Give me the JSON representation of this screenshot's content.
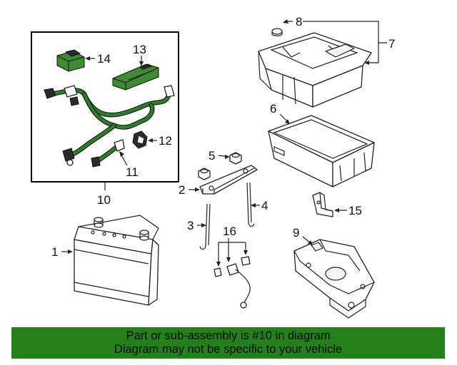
{
  "callouts": {
    "n1": "1",
    "n2": "2",
    "n3": "3",
    "n4": "4",
    "n5": "5",
    "n6": "6",
    "n7": "7",
    "n8": "8",
    "n9": "9",
    "n10": "10",
    "n11": "11",
    "n12": "12",
    "n13": "13",
    "n14": "14",
    "n15": "15",
    "n16": "16"
  },
  "banner": {
    "line1": "Part or sub-assembly is #10 in diagram",
    "line2": "Diagram may not be specific to your vehicle"
  },
  "colors": {
    "highlight_green": "#24801a",
    "cable_green": "#2f7a28"
  }
}
